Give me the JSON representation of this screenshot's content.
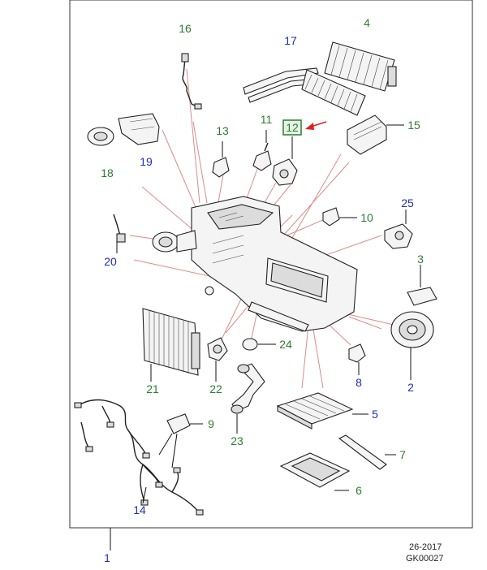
{
  "labels": {
    "p1": "1",
    "p2": "2",
    "p3": "3",
    "p4": "4",
    "p5": "5",
    "p6": "6",
    "p7": "7",
    "p8": "8",
    "p9": "9",
    "p10": "10",
    "p11": "11",
    "p12": "12",
    "p13": "13",
    "p14": "14",
    "p15": "15",
    "p16": "16",
    "p17": "17",
    "p18": "18",
    "p19": "19",
    "p20": "20",
    "p21": "21",
    "p22": "22",
    "p23": "23",
    "p24": "24",
    "p25": "25"
  },
  "footer": {
    "line1": "26-2017",
    "line2": "GK00027"
  },
  "colors": {
    "green_label": "#2e7d32",
    "blue_label": "#1f2fb3",
    "leader_red": "#d98c8c",
    "highlight_arrow": "#e02020"
  }
}
